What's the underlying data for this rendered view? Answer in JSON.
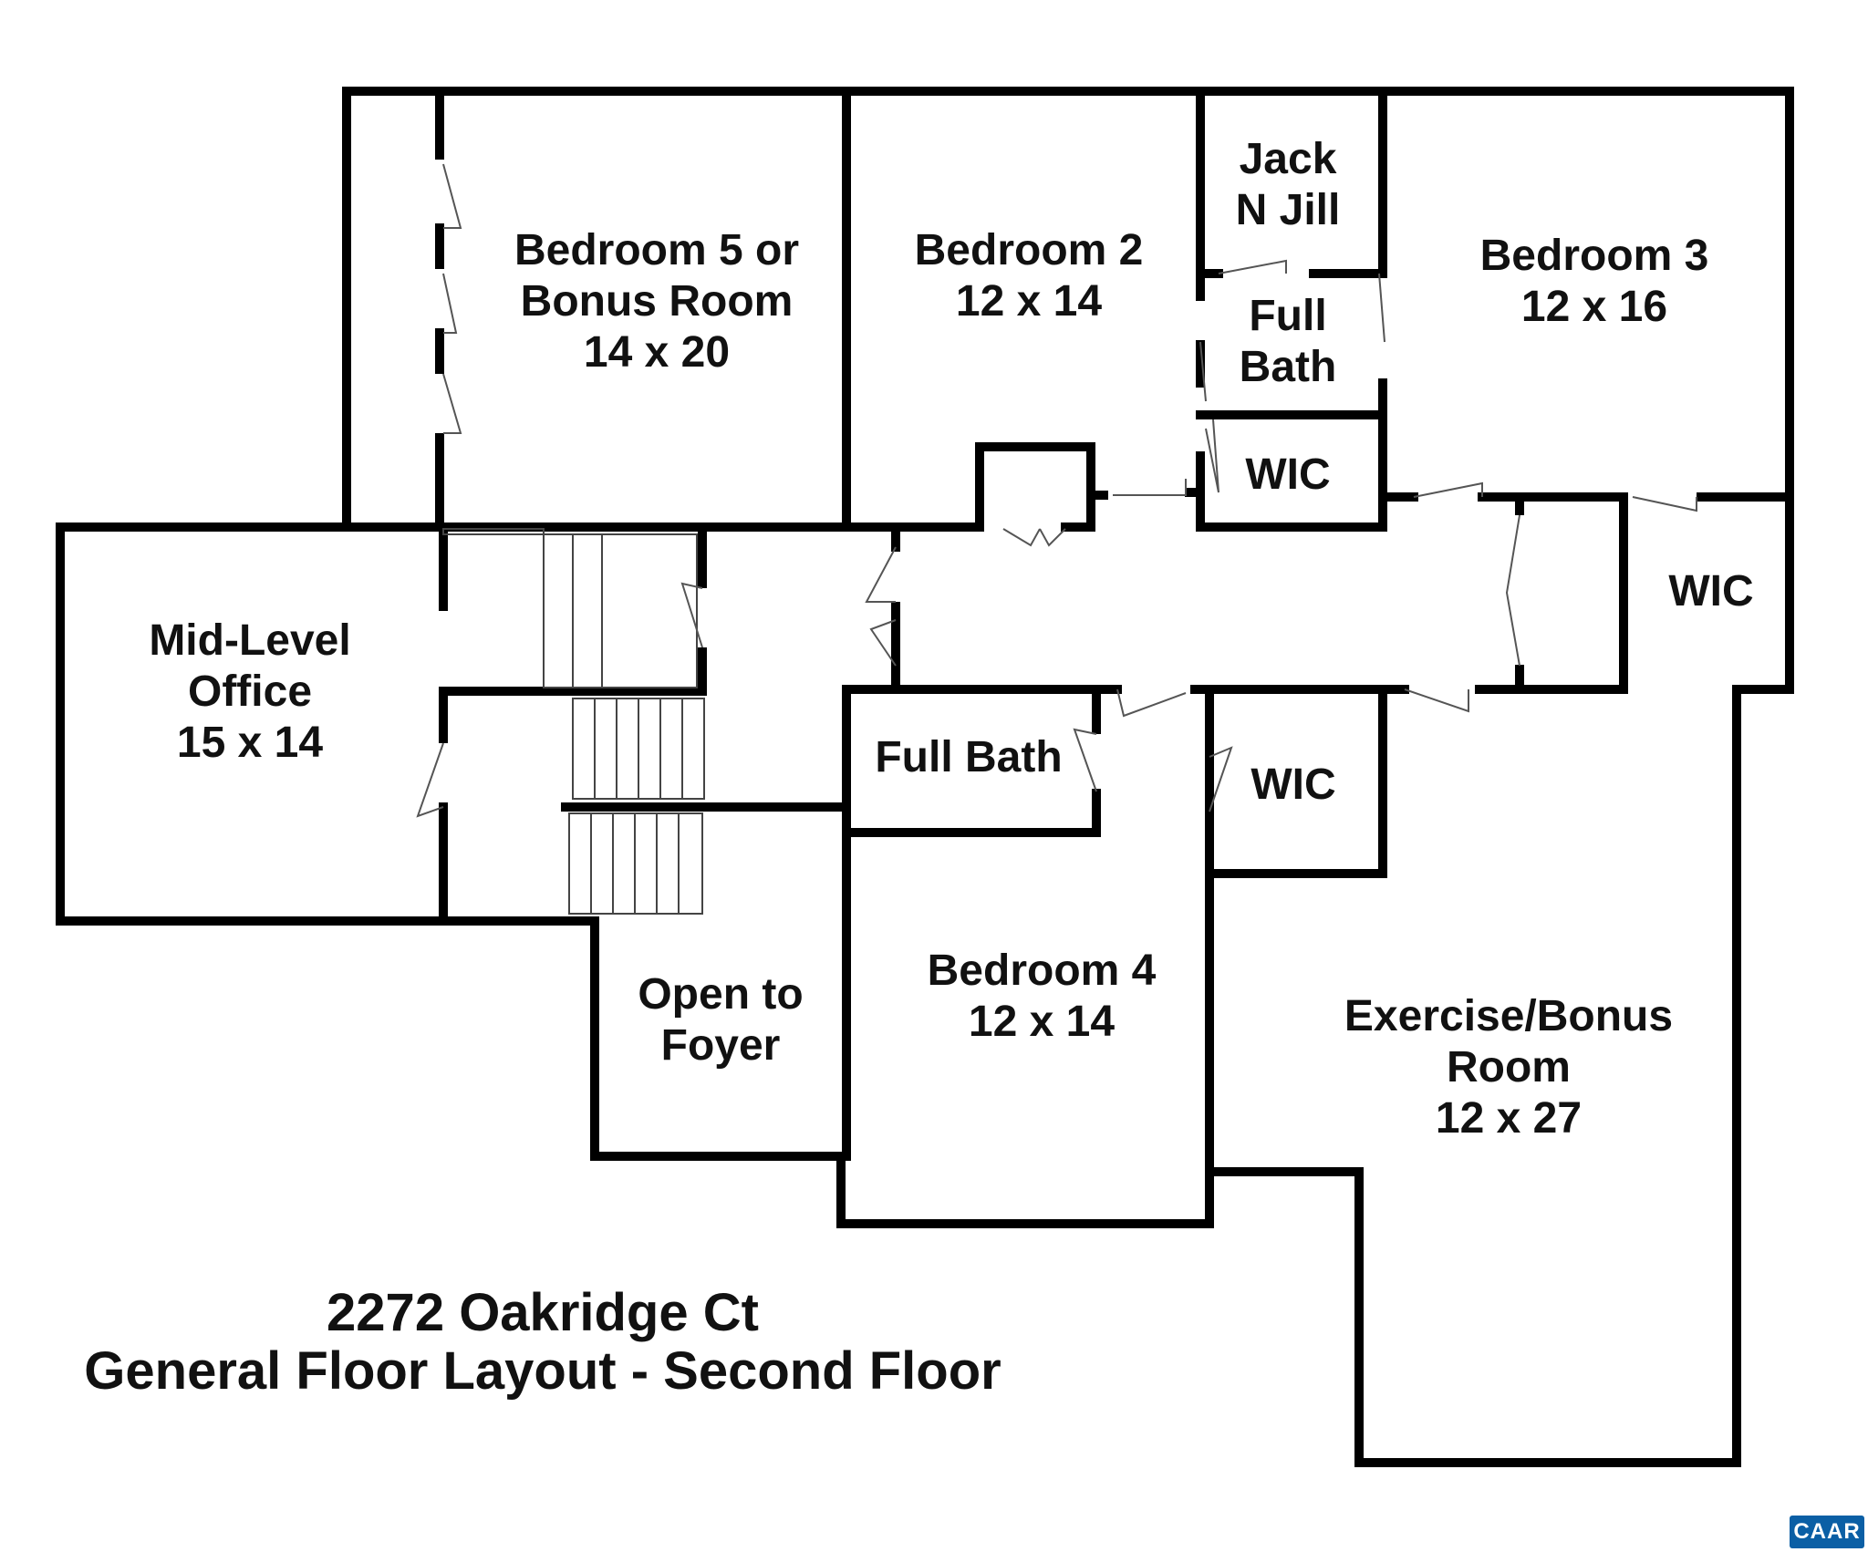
{
  "title": {
    "line1": "2272 Oakridge Ct",
    "line2": "General Floor Layout - Second Floor"
  },
  "badge": "CAAR",
  "rooms": {
    "bedroom5": {
      "name1": "Bedroom 5 or",
      "name2": "Bonus Room",
      "size": "14 x 20"
    },
    "bedroom2": {
      "name": "Bedroom 2",
      "size": "12 x 14"
    },
    "jacknjill": {
      "name1": "Jack",
      "name2": "N Jill"
    },
    "fullbath_upper": {
      "name1": "Full",
      "name2": "Bath"
    },
    "bedroom3": {
      "name": "Bedroom 3",
      "size": "12 x 16"
    },
    "wic_upper": {
      "name": "WIC"
    },
    "wic_right": {
      "name": "WIC"
    },
    "office": {
      "name1": "Mid-Level",
      "name2": "Office",
      "size": "15 x 14"
    },
    "fullbath_lower": {
      "name": "Full Bath"
    },
    "wic_lower": {
      "name": "WIC"
    },
    "foyer": {
      "name1": "Open to",
      "name2": "Foyer"
    },
    "bedroom4": {
      "name": "Bedroom 4",
      "size": "12 x 14"
    },
    "exercise": {
      "name1": "Exercise/Bonus",
      "name2": "Room",
      "size": "12 x 27"
    }
  }
}
